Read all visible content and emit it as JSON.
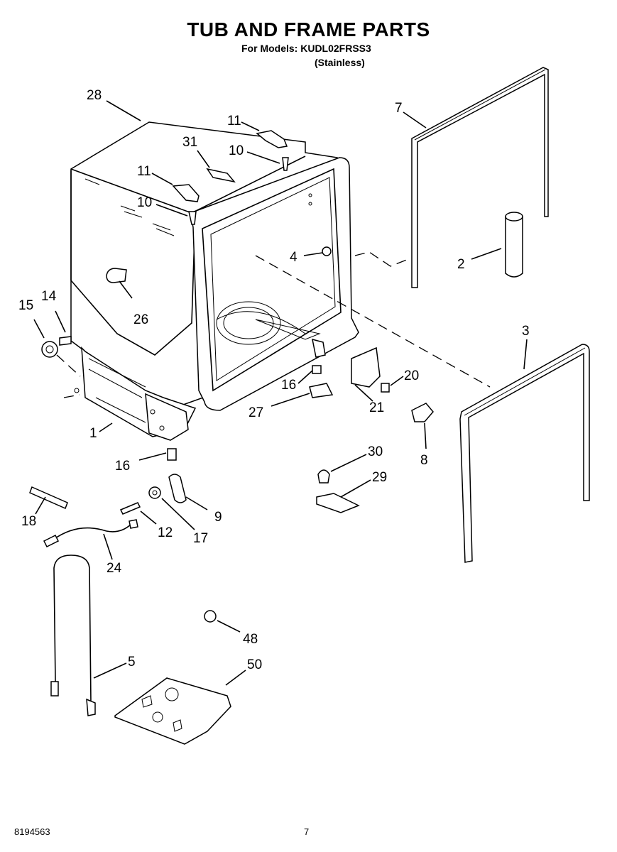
{
  "header": {
    "title": "TUB AND FRAME PARTS",
    "models_line": "For Models: KUDL02FRSS3",
    "variant": "(Stainless)"
  },
  "footer": {
    "doc_number": "8194563",
    "page_number": "7"
  },
  "callouts": {
    "c28": "28",
    "c11a": "11",
    "c10a": "10",
    "c31": "31",
    "c11b": "11",
    "c10b": "10",
    "c7": "7",
    "c4": "4",
    "c2": "2",
    "c26": "26",
    "c15": "15",
    "c14": "14",
    "c3": "3",
    "c20": "20",
    "c16a": "16",
    "c21": "21",
    "c27": "27",
    "c1": "1",
    "c8": "8",
    "c30": "30",
    "c29": "29",
    "c16b": "16",
    "c18": "18",
    "c9": "9",
    "c12": "12",
    "c17": "17",
    "c24": "24",
    "c48": "48",
    "c5": "5",
    "c50": "50"
  }
}
